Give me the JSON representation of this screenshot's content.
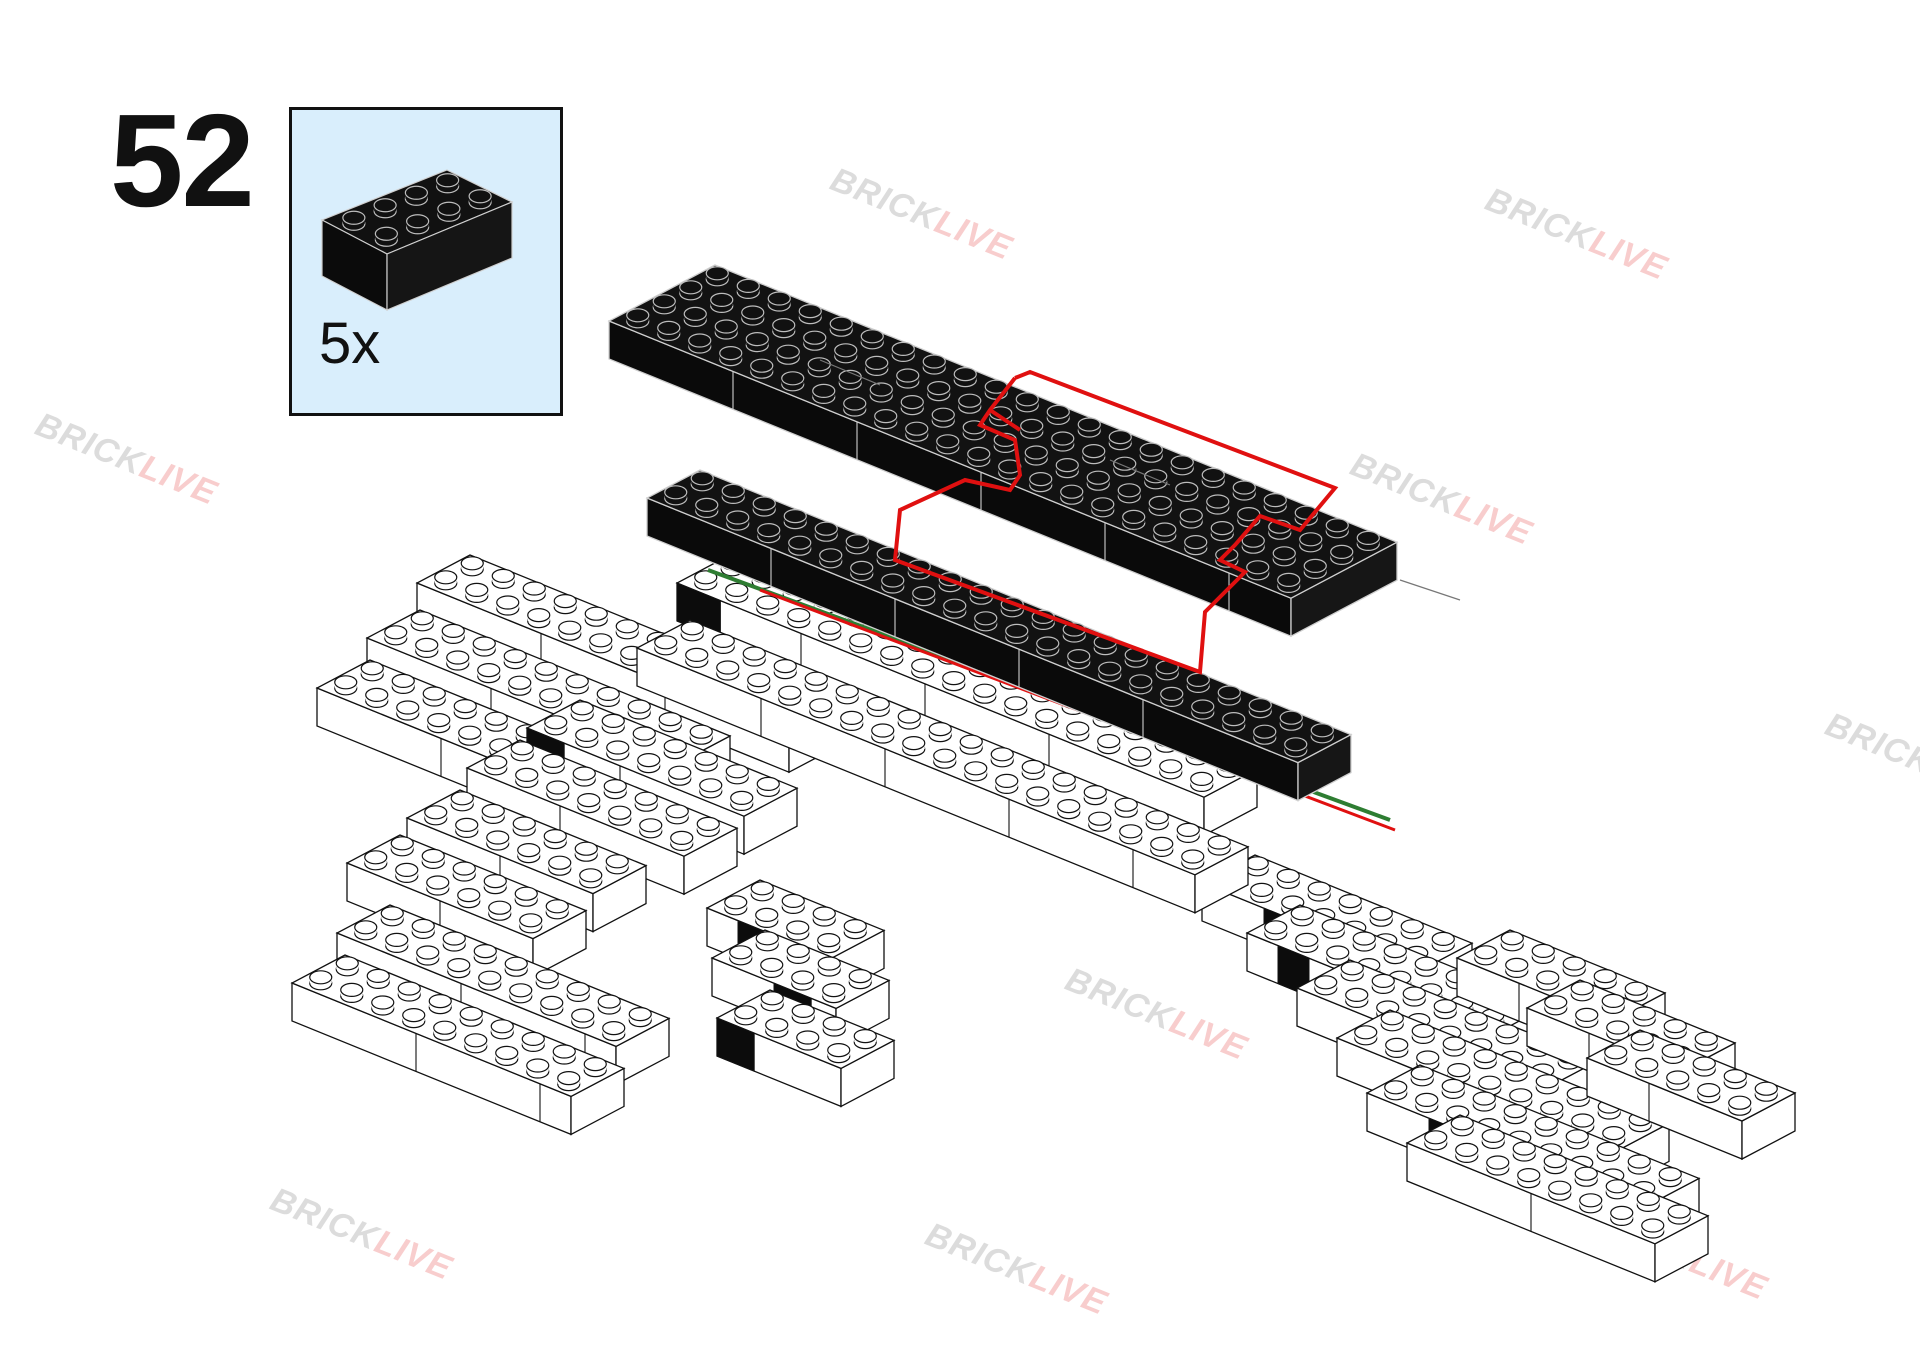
{
  "step": {
    "number": "52"
  },
  "parts": [
    {
      "quantity": "5x",
      "icon": "black-2x4-brick-icon",
      "color": "#111111"
    }
  ],
  "watermark": {
    "part_a": "BRICK",
    "part_b": "LIVE"
  },
  "colors": {
    "callout_background": "#d9eefc",
    "highlight_outline": "#e01010",
    "brick_black": "#111111",
    "brick_white": "#ffffff",
    "seam_green": "#2e7d32"
  }
}
